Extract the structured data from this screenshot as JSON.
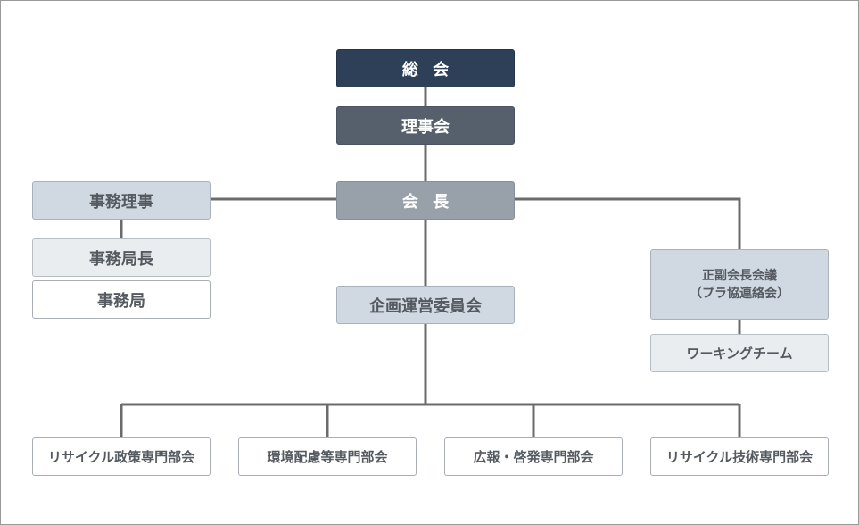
{
  "org": {
    "soukai": "総会",
    "rijikai": "理事会",
    "kaicho": "会長",
    "jimu_riji": "事務理事",
    "jimukyokucho": "事務局長",
    "jimukyoku": "事務局",
    "kikaku": "企画運営委員会",
    "fukukaicho_line1": "正副会長会議",
    "fukukaicho_line2": "（プラ協連絡会）",
    "working": "ワーキングチーム",
    "committees": [
      "リサイクル政策専門部会",
      "環境配慮等専門部会",
      "広報・啓発専門部会",
      "リサイクル技術専門部会"
    ]
  },
  "colors": {
    "connector": "#6b6b6b",
    "dark": "#2e4058",
    "steel": "#56606d",
    "gray": "#98a1aa",
    "light": "#d0d9e1"
  }
}
